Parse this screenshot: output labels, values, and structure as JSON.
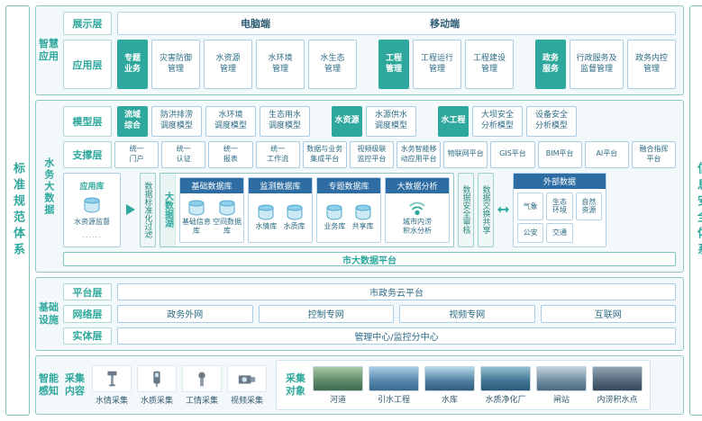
{
  "palette": {
    "accent": "#2ea89c",
    "header_blue": "#2d6da3",
    "border_blue": "#a9cde6",
    "text_blue": "#2d6b84"
  },
  "outer": {
    "left": "标准规范体系",
    "right": "信息安全体系"
  },
  "apps": {
    "label": "智慧应用",
    "display": {
      "label": "展示层",
      "pc": "电脑端",
      "mobile": "移动端"
    },
    "app": {
      "label": "应用层",
      "g1": {
        "head": "专题\n业务",
        "items": [
          "灾害防御\n管理",
          "水资源\n管理",
          "水环境\n管理",
          "水生态\n管理"
        ]
      },
      "g2": {
        "head": "工程\n管理",
        "items": [
          "工程运行\n管理",
          "工程建设\n管理"
        ]
      },
      "g3": {
        "head": "政务\n服务",
        "items": [
          "行政服务及\n监督管理",
          "政务内控\n管理"
        ]
      }
    }
  },
  "bigdata": {
    "label": "水务大数据",
    "model": {
      "label": "模型层",
      "g1": {
        "head": "流域\n综合",
        "items": [
          "防洪排涝\n调度模型",
          "水环境\n调度模型",
          "生态用水\n调度模型"
        ]
      },
      "g2": {
        "head": "水资源",
        "items": [
          "水源供水\n调度模型"
        ]
      },
      "g3": {
        "head": "水工程",
        "items": [
          "大坝安全\n分析模型",
          "设备安全\n分析模型"
        ]
      }
    },
    "support": {
      "label": "支撑层",
      "items": [
        "统一\n门户",
        "统一\n认证",
        "统一\n报表",
        "统一\n工作流",
        "数据与业务\n集成平台",
        "视频级联\n监控平台",
        "水务智能移\n动应用平台",
        "物联网平台",
        "GIS平台",
        "BIM平台",
        "AI平台",
        "融合指挥\n平台"
      ]
    },
    "flow": {
      "appstore": {
        "title": "应用库",
        "caption": "水资源监督",
        "dots": "......"
      },
      "filter": "数据标准化过滤",
      "lake": {
        "tab": "大数据湖",
        "g1": {
          "title": "基础数据库",
          "db1": "基础信息库",
          "db2": "空间数据库"
        },
        "g2": {
          "title": "监测数据库",
          "db1": "水情库",
          "db2": "水质库"
        },
        "g3": {
          "title": "专题数据库",
          "db1": "业务库",
          "db2": "共享库"
        },
        "g4": {
          "title": "大数据分析",
          "caption": "城市内涝\n积水分析"
        }
      },
      "strip1": "数据安全审核",
      "strip2": "数据交换共享",
      "external": {
        "title": "外部数据",
        "cells": [
          "气象",
          "生态\n环境",
          "自然\n资源",
          "公安",
          "交通"
        ]
      }
    },
    "bar": "市大数据平台"
  },
  "infra": {
    "label": "基础设施",
    "platform": {
      "label": "平台层",
      "text": "市政务云平台"
    },
    "network": {
      "label": "网络层",
      "items": [
        "政务外网",
        "控制专网",
        "视频专网",
        "互联网"
      ]
    },
    "entity": {
      "label": "实体层",
      "text": "管理中心/监控分中心"
    }
  },
  "sense": {
    "label": "智能感知",
    "content": {
      "label": "采集内容",
      "items": [
        "水情采集",
        "水质采集",
        "工情采集",
        "视频采集"
      ]
    },
    "objects": {
      "label": "采集对象",
      "items": [
        "河道",
        "引水工程",
        "水库",
        "水质净化厂",
        "闸站",
        "内涝积水点"
      ]
    }
  }
}
